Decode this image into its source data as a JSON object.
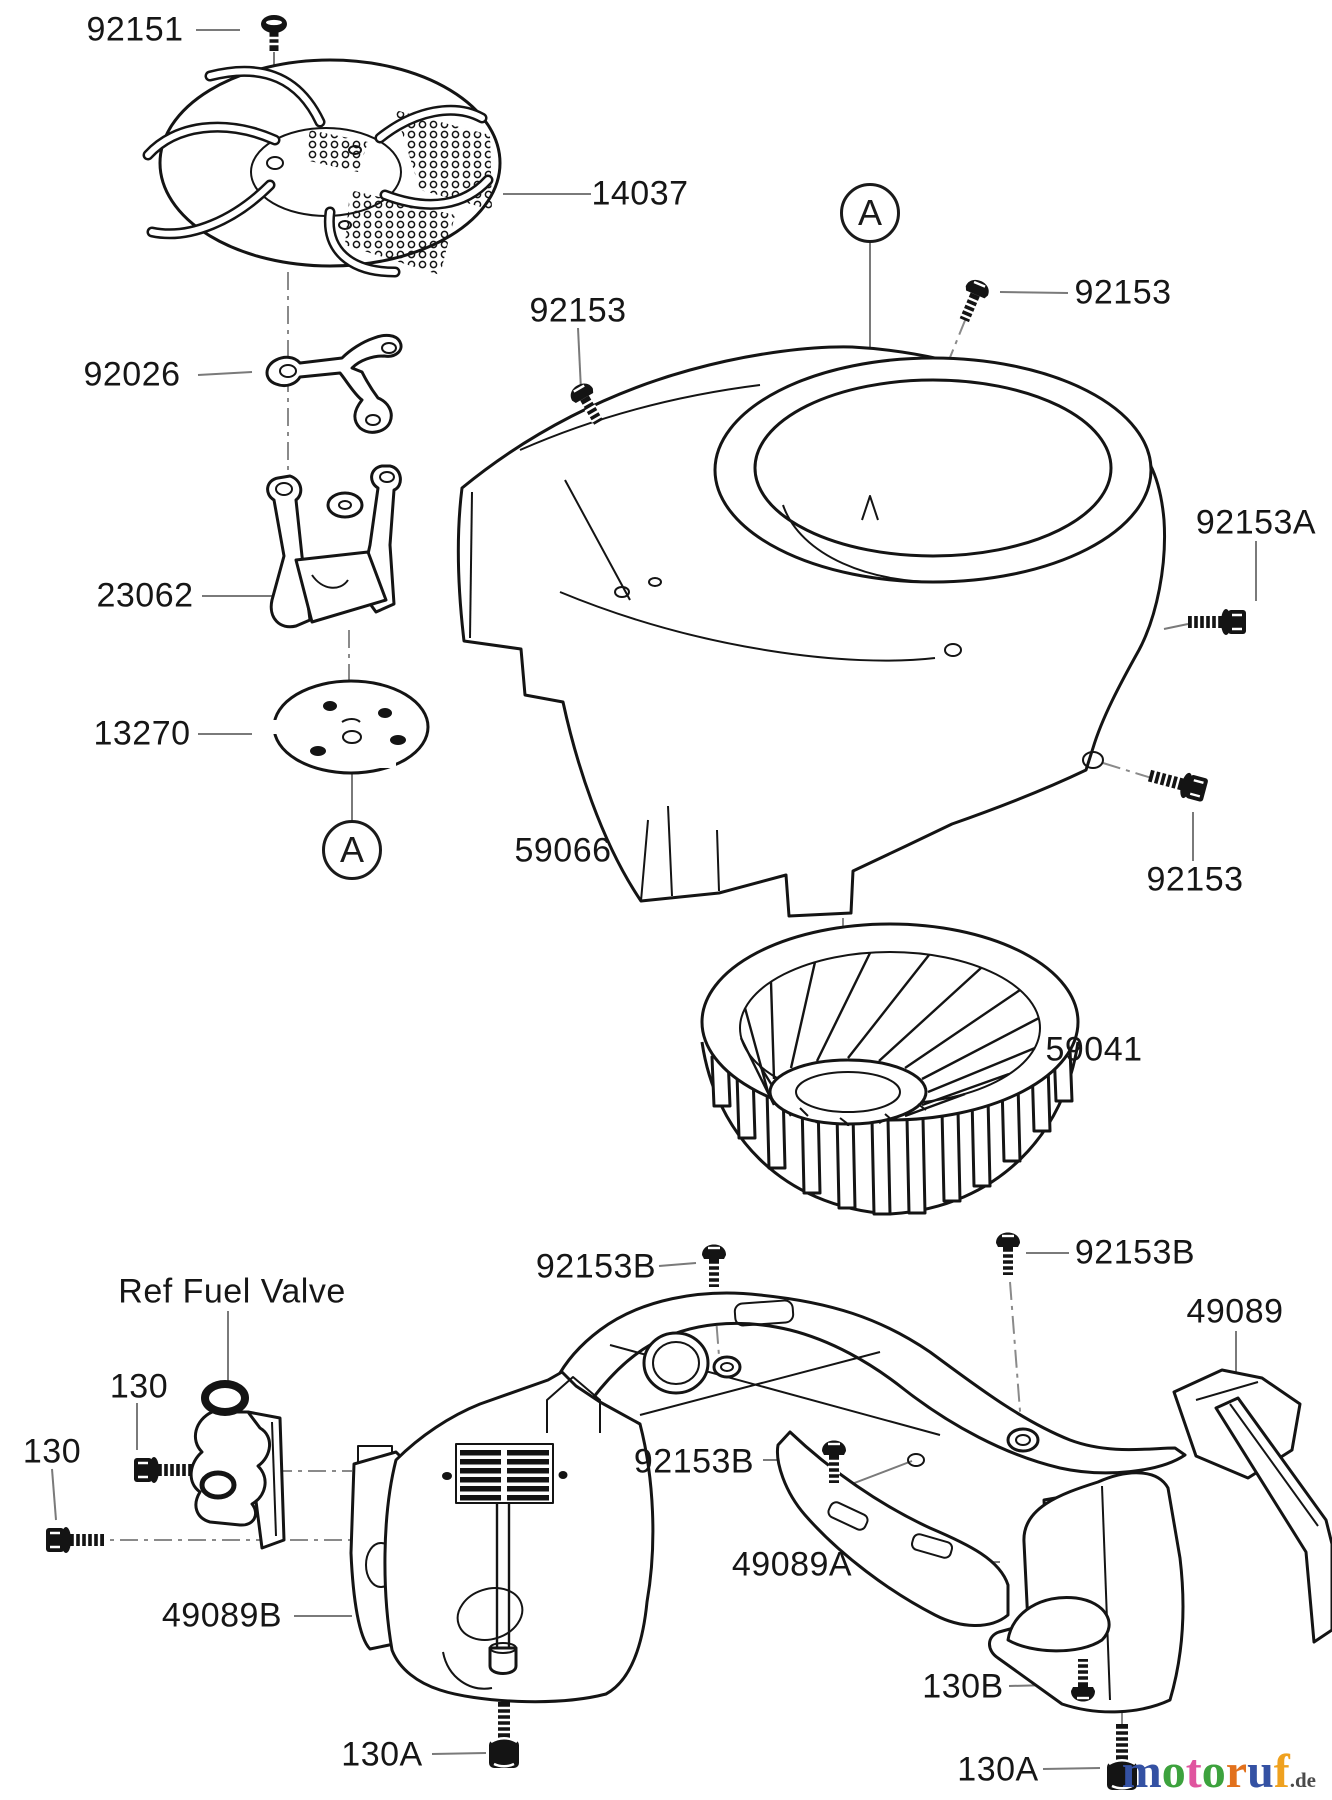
{
  "diagram": {
    "type": "exploded-parts-diagram",
    "subject": "Engine cooling equipment / fan housing assembly",
    "detail_markers": [
      "A",
      "A"
    ],
    "labels": [
      {
        "text": "92151"
      },
      {
        "text": "14037"
      },
      {
        "text": "92153"
      },
      {
        "text": "92153"
      },
      {
        "text": "92153A"
      },
      {
        "text": "92026"
      },
      {
        "text": "23062"
      },
      {
        "text": "13270"
      },
      {
        "text": "59066"
      },
      {
        "text": "92153"
      },
      {
        "text": "59041"
      },
      {
        "text": "92153B"
      },
      {
        "text": "92153B"
      },
      {
        "text": "49089"
      },
      {
        "text": "Ref Fuel Valve"
      },
      {
        "text": "130"
      },
      {
        "text": "130"
      },
      {
        "text": "49089B"
      },
      {
        "text": "92153B"
      },
      {
        "text": "49089A"
      },
      {
        "text": "130B"
      },
      {
        "text": "130A"
      },
      {
        "text": "130A"
      }
    ]
  },
  "watermark": {
    "letters": [
      {
        "ch": "m",
        "color": "#3451a3"
      },
      {
        "ch": "o",
        "color": "#3da23d"
      },
      {
        "ch": "t",
        "color": "#e0559f"
      },
      {
        "ch": "o",
        "color": "#3da23d"
      },
      {
        "ch": "r",
        "color": "#e2711d"
      },
      {
        "ch": "u",
        "color": "#3451a3"
      },
      {
        "ch": "f",
        "color": "#efa11f"
      }
    ],
    "suffix": ".de",
    "suffix_color": "#4a4a4a"
  }
}
